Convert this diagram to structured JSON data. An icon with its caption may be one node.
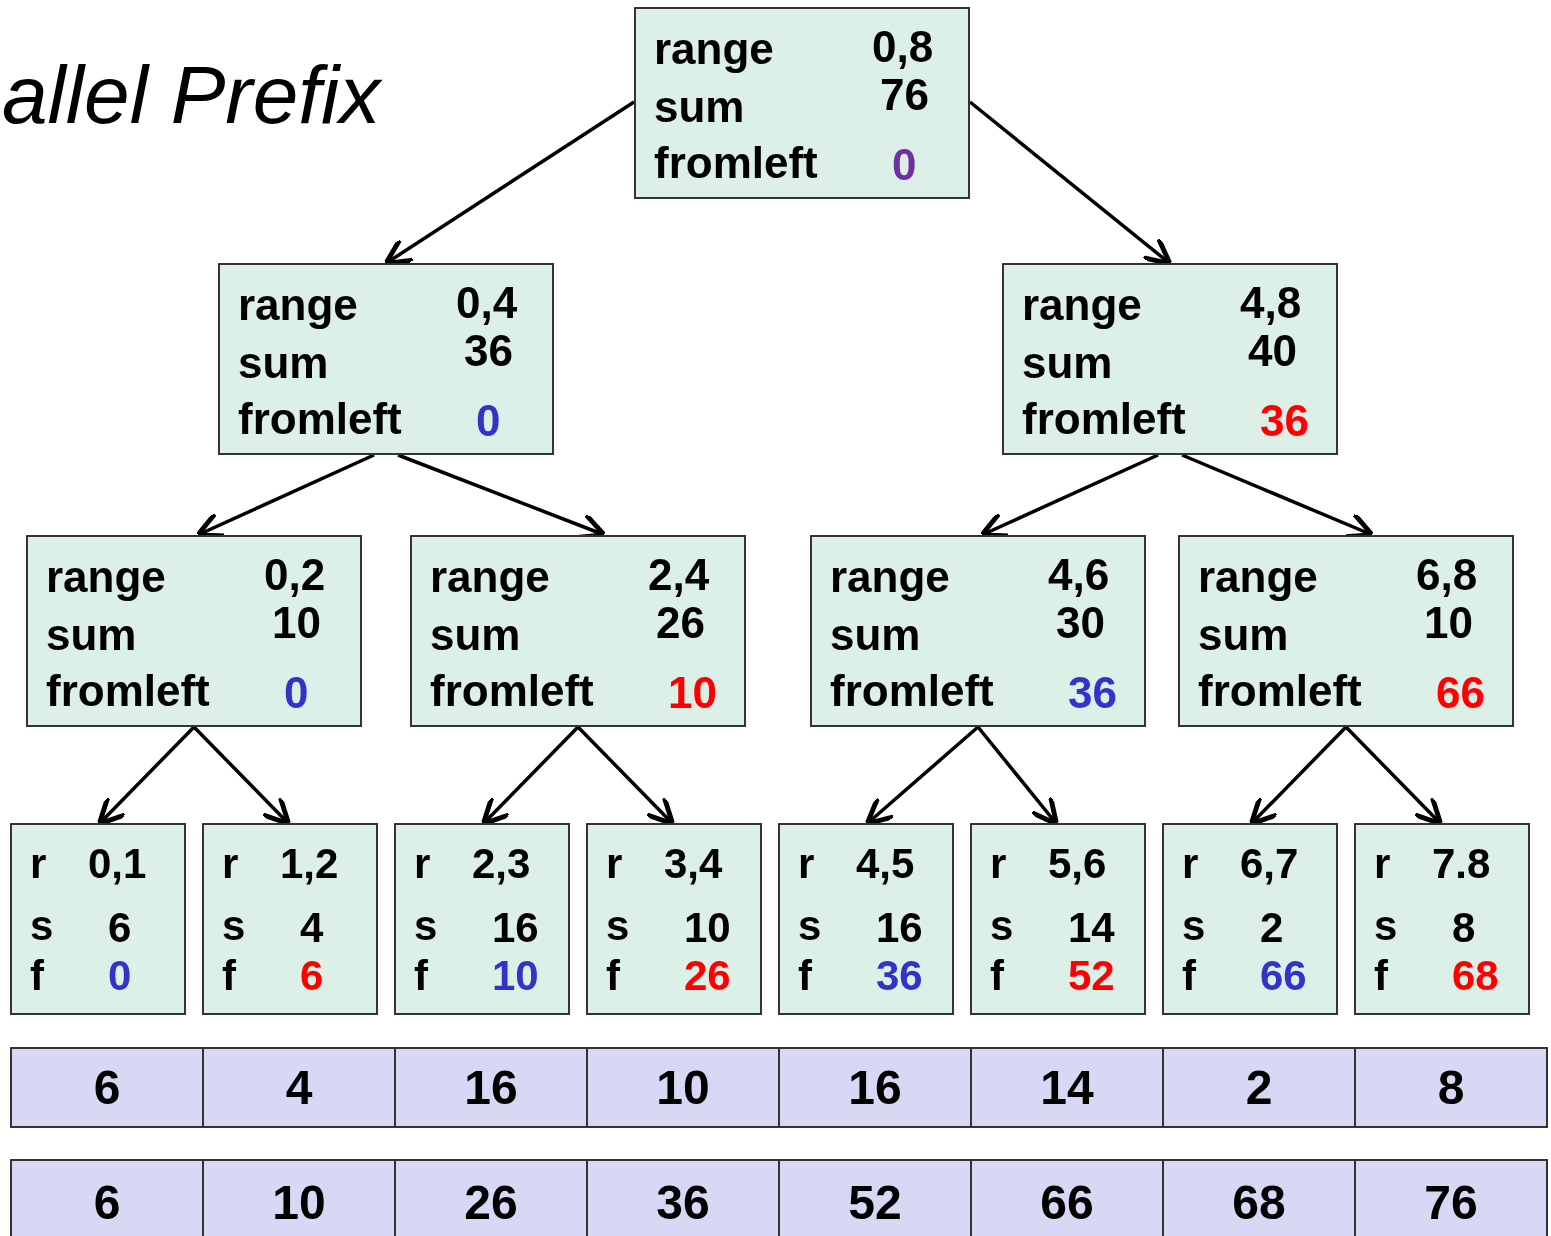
{
  "diagram": {
    "title": "allel Prefix",
    "nodes": [
      {
        "text": [
          "range",
          "0,8",
          "sum",
          "76",
          "fromleft",
          "0"
        ]
      },
      {
        "text": [
          "range",
          "0,4",
          "sum",
          "36",
          "fromleft",
          "0"
        ]
      },
      {
        "text": [
          "range",
          "4,8",
          "sum",
          "40",
          "fromleft",
          "36"
        ]
      },
      {
        "text": [
          "range",
          "0,2",
          "sum",
          "10",
          "fromleft",
          "0"
        ]
      },
      {
        "text": [
          "range",
          "2,4",
          "sum",
          "26",
          "fromleft",
          "10"
        ]
      },
      {
        "text": [
          "range",
          "4,6",
          "sum",
          "30",
          "fromleft",
          "36"
        ]
      },
      {
        "text": [
          "range",
          "6,8",
          "sum",
          "10",
          "fromleft",
          "66"
        ]
      },
      {
        "text": [
          "r",
          "0,1",
          "s",
          "6",
          "f",
          "0"
        ]
      },
      {
        "text": [
          "r",
          "1,2",
          "s",
          "4",
          "f",
          "6"
        ]
      },
      {
        "text": [
          "r",
          "2,3",
          "s",
          "16",
          "f",
          "10"
        ]
      },
      {
        "text": [
          "r",
          "3,4",
          "s",
          "10",
          "f",
          "26"
        ]
      },
      {
        "text": [
          "r",
          "4,5",
          "s",
          "16",
          "f",
          "36"
        ]
      },
      {
        "text": [
          "r",
          "5,6",
          "s",
          "14",
          "f",
          "52"
        ]
      },
      {
        "text": [
          "r",
          "6,7",
          "s",
          "2",
          "f",
          "66"
        ]
      },
      {
        "text": [
          "r",
          "7.8",
          "s",
          "8",
          "f",
          "68"
        ]
      }
    ],
    "edges": [
      {
        "from": 0,
        "to": 1,
        "arrow": "to"
      },
      {
        "from": 0,
        "to": 2,
        "arrow": "to"
      },
      {
        "from": 1,
        "to": 3,
        "arrow": "to"
      },
      {
        "from": 1,
        "to": 4,
        "arrow": "to"
      },
      {
        "from": 2,
        "to": 5,
        "arrow": "to"
      },
      {
        "from": 2,
        "to": 6,
        "arrow": "to"
      },
      {
        "from": 3,
        "to": 7,
        "arrow": "to"
      },
      {
        "from": 3,
        "to": 8,
        "arrow": "to"
      },
      {
        "from": 4,
        "to": 9,
        "arrow": "to"
      },
      {
        "from": 4,
        "to": 10,
        "arrow": "to"
      },
      {
        "from": 5,
        "to": 11,
        "arrow": "to"
      },
      {
        "from": 5,
        "to": 12,
        "arrow": "to"
      },
      {
        "from": 6,
        "to": 13,
        "arrow": "to"
      },
      {
        "from": 6,
        "to": 14,
        "arrow": "to"
      }
    ],
    "labels": [
      "6",
      "4",
      "16",
      "10",
      "16",
      "14",
      "2",
      "8",
      "6",
      "10",
      "26",
      "36",
      "52",
      "66",
      "68",
      "76"
    ]
  }
}
